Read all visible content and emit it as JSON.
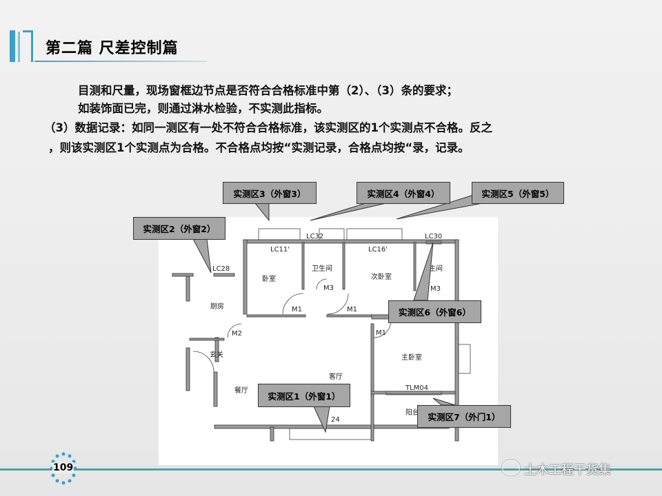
{
  "header": {
    "title": "第二篇  尺差控制篇"
  },
  "body_text": [
    "目测和尺量，现场窗框边节点是否符合合格标准中第（2）、（3）条的要求；",
    "如装饰面已完，则通过淋水检验，不实测此指标。",
    "（3）数据记录：如同一测区有一处不符合合格标准，该实测区的1个实测点不合格。反之",
    "，则该实测区1个实测点为合格。不合格点均按“实测记录，合格点均按“录，记录。"
  ],
  "callouts": {
    "zone1": "实测区1（外窗1）",
    "zone2": "实测区2（外窗2）",
    "zone3": "实测区3（外窗3）",
    "zone4": "实测区4（外窗4）",
    "zone5": "实测区5（外窗5）",
    "zone6": "实测区6（外窗6）",
    "zone7": "实测区7（外门1）"
  },
  "plan_labels": {
    "lc28": "LC28",
    "lc11": "LC11'",
    "lc32": "LC32",
    "lc16": "LC16'",
    "lc30": "LC30",
    "bedroom": "卧室",
    "bathroom": "卫生间",
    "second_bedroom": "次卧室",
    "bathroom2": "生间",
    "kitchen": "厨房",
    "m1a": "M1",
    "m1b": "M1",
    "m1c": "M1",
    "m2": "M2",
    "m3a": "M3",
    "m3b": "M3",
    "entrance": "玄关",
    "living": "客厅",
    "dining": "餐厅",
    "master": "主卧室",
    "tlm04": "TLM04",
    "balcony": "阳台",
    "c24": "24"
  },
  "footer": {
    "page_number": "109",
    "brand": "土木工程干货集"
  },
  "colors": {
    "accent": "#3aa0c8",
    "callout_bg": "#a6a6a6",
    "footer_line": "#5d9aa6"
  }
}
